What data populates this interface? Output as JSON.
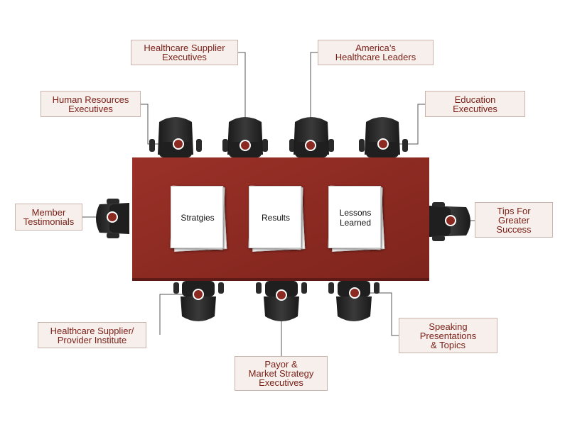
{
  "colors": {
    "table": "#8c2a22",
    "accent_dot": "#8c2a22",
    "label_text": "#7a1f16",
    "label_bg": "#f7efec",
    "label_border": "#c9b3ad",
    "connector": "#555555",
    "chair": "#262626"
  },
  "documents": [
    {
      "lines": [
        "Stratgies"
      ]
    },
    {
      "lines": [
        "Results"
      ]
    },
    {
      "lines": [
        "Lessons",
        "Learned"
      ]
    }
  ],
  "labels": {
    "healthcare_supplier_executives": [
      "Healthcare Supplier",
      "Executives"
    ],
    "americas_healthcare_leaders": [
      "America’s",
      "Healthcare Leaders"
    ],
    "human_resources_executives": [
      "Human Resources",
      "Executives"
    ],
    "education_executives": [
      "Education",
      "Executives"
    ],
    "member_testimonials": [
      "Member",
      "Testimonials"
    ],
    "tips_for_greater_success": [
      "Tips For",
      "Greater",
      "Success"
    ],
    "healthcare_supplier_provider_institute": [
      "Healthcare Supplier/",
      "Provider Institute"
    ],
    "payor_market_strategy_executives": [
      "Payor &",
      "Market Strategy",
      "Executives"
    ],
    "speaking_presentations_topics": [
      "Speaking",
      "Presentations",
      "& Topics"
    ]
  }
}
